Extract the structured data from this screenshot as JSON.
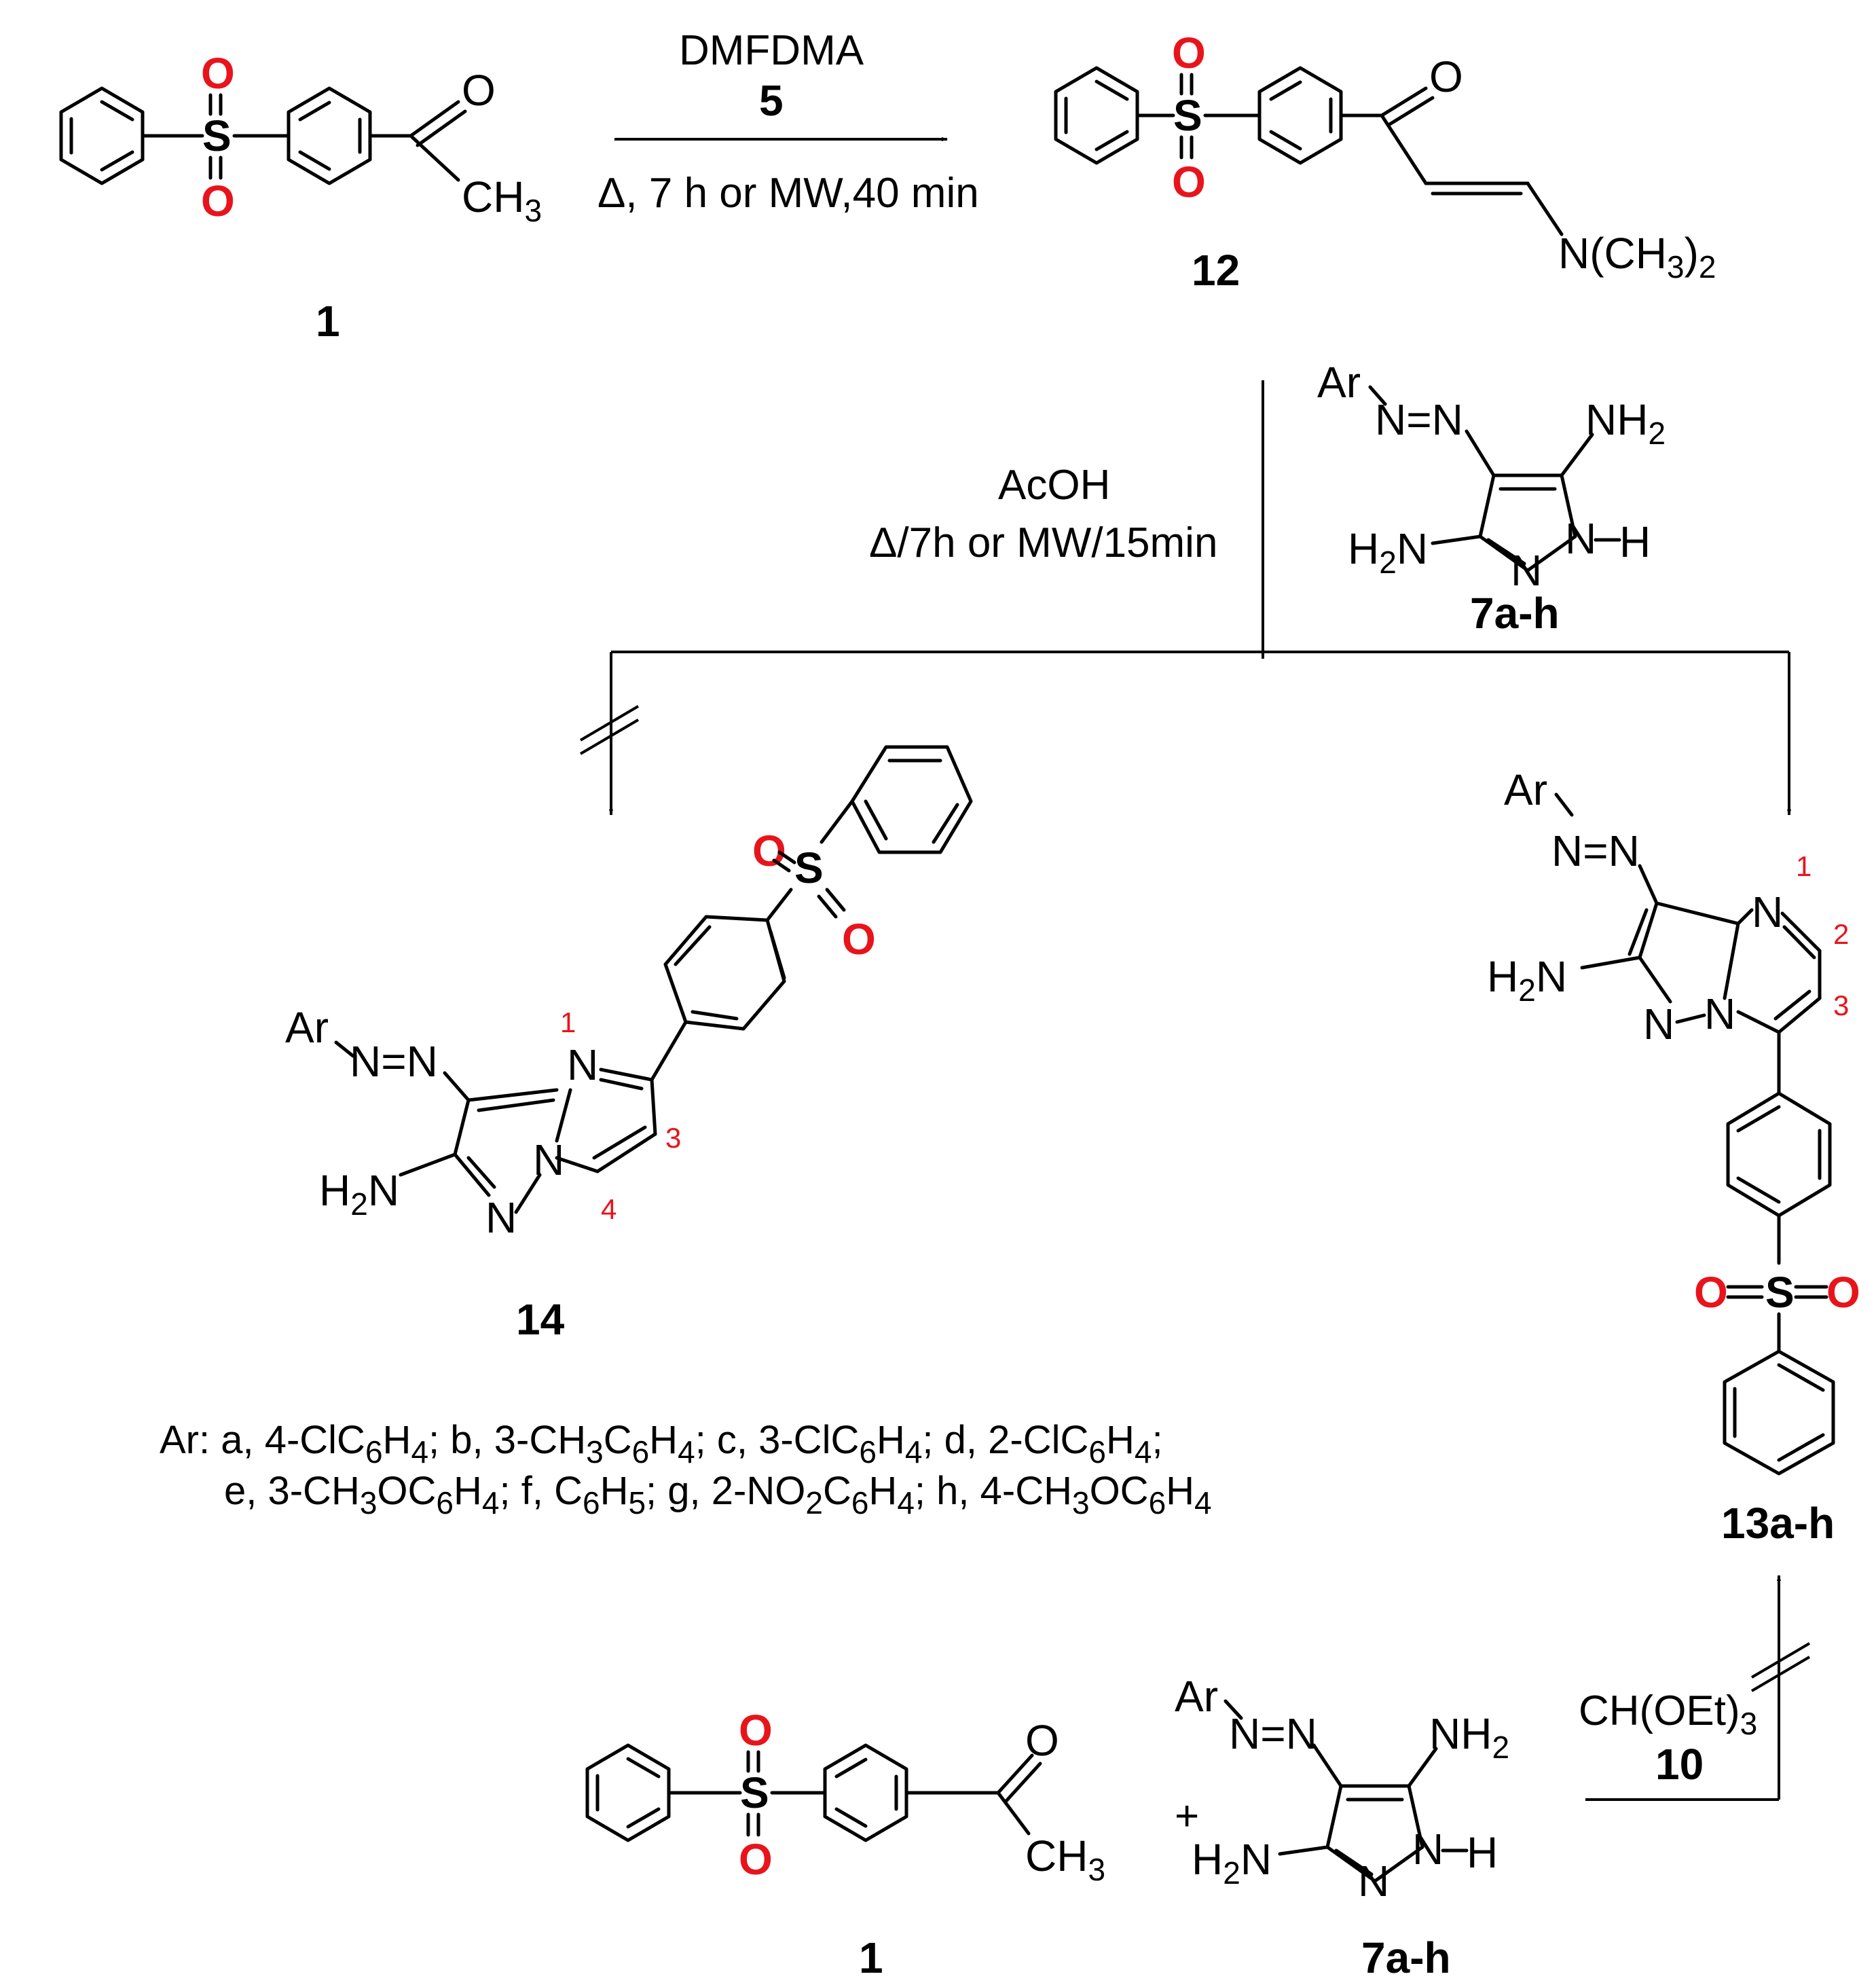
{
  "labels": {
    "c1_top": "1",
    "c12": "12",
    "c7_top": "7a-h",
    "c14": "14",
    "c13": "13a-h",
    "c1_bottom": "1",
    "c7_bottom": "7a-h"
  },
  "conditions": {
    "step1_reagent": "DMFDMA",
    "step1_number": "5",
    "step1_cond": "Δ, 7 h or MW,40 min",
    "step2_reagent": "AcOH",
    "step2_cond": "Δ/7h or MW/15min",
    "step3_reagent": "CH(OEt)",
    "step3_sub": "3",
    "step3_number": "10",
    "plus": "+"
  },
  "atoms": {
    "O": "O",
    "S": "S",
    "N": "N",
    "H": "H",
    "CH": "CH",
    "three": "3",
    "two": "2",
    "NCH3_open": "N(CH",
    "NCH3_close": ")",
    "Ar": "Ar",
    "NN": "N=N",
    "NH": "NH",
    "H2N_H": "H",
    "H2N_N": "N",
    "ring_1": "1",
    "ring_2": "2",
    "ring_3": "3",
    "ring_4": "4"
  },
  "ar_list": {
    "line1": [
      {
        "t": "Ar: a, 4-ClC"
      },
      {
        "s": "6"
      },
      {
        "t": "H"
      },
      {
        "s": "4"
      },
      {
        "t": "; b, 3-CH"
      },
      {
        "s": "3"
      },
      {
        "t": "C"
      },
      {
        "s": "6"
      },
      {
        "t": "H"
      },
      {
        "s": "4"
      },
      {
        "t": "; c, 3-ClC"
      },
      {
        "s": "6"
      },
      {
        "t": "H"
      },
      {
        "s": "4"
      },
      {
        "t": "; d, 2-ClC"
      },
      {
        "s": "6"
      },
      {
        "t": "H"
      },
      {
        "s": "4"
      },
      {
        "t": ";"
      }
    ],
    "line2": [
      {
        "t": "e, 3-CH"
      },
      {
        "s": "3"
      },
      {
        "t": "OC"
      },
      {
        "s": "6"
      },
      {
        "t": "H"
      },
      {
        "s": "4"
      },
      {
        "t": "; f, C"
      },
      {
        "s": "6"
      },
      {
        "t": "H"
      },
      {
        "s": "5"
      },
      {
        "t": "; g, 2-NO"
      },
      {
        "s": "2"
      },
      {
        "t": "C"
      },
      {
        "s": "6"
      },
      {
        "t": "H"
      },
      {
        "s": "4"
      },
      {
        "t": "; h, 4-CH"
      },
      {
        "s": "3"
      },
      {
        "t": "OC"
      },
      {
        "s": "6"
      },
      {
        "t": "H"
      },
      {
        "s": "4"
      }
    ]
  },
  "colors": {
    "oxygen": "#e8141b",
    "bond": "#000000",
    "ring_number": "#e8141b"
  }
}
